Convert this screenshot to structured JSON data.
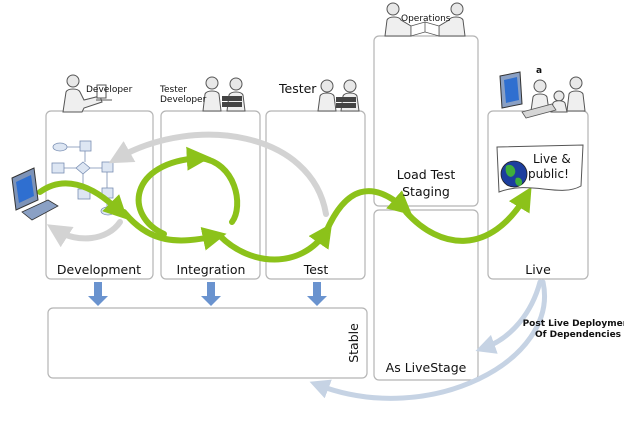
{
  "stages": {
    "development": "Development",
    "integration": "Integration",
    "test": "Test",
    "load_test_line1": "Load Test",
    "load_test_line2": "Staging",
    "live": "Live",
    "stable": "Stable",
    "as_live_stage": "As LiveStage"
  },
  "roles": {
    "developer": "Developer",
    "tester_developer_line1": "Tester",
    "tester_developer_line2": "Developer",
    "tester": "Tester",
    "operations": "Operations",
    "live_person_mark": "a"
  },
  "live_banner": {
    "line1": "Live &",
    "line2": "public!"
  },
  "side_note": {
    "line1": "Post Live Deployment",
    "line2": "Of Dependencies"
  },
  "colors": {
    "flow_arrow": "#8cc21a",
    "feedback_arrow": "#d3d3d3",
    "deploy_arrow": "#6a93cf",
    "box_border": "#b5b5b5"
  }
}
